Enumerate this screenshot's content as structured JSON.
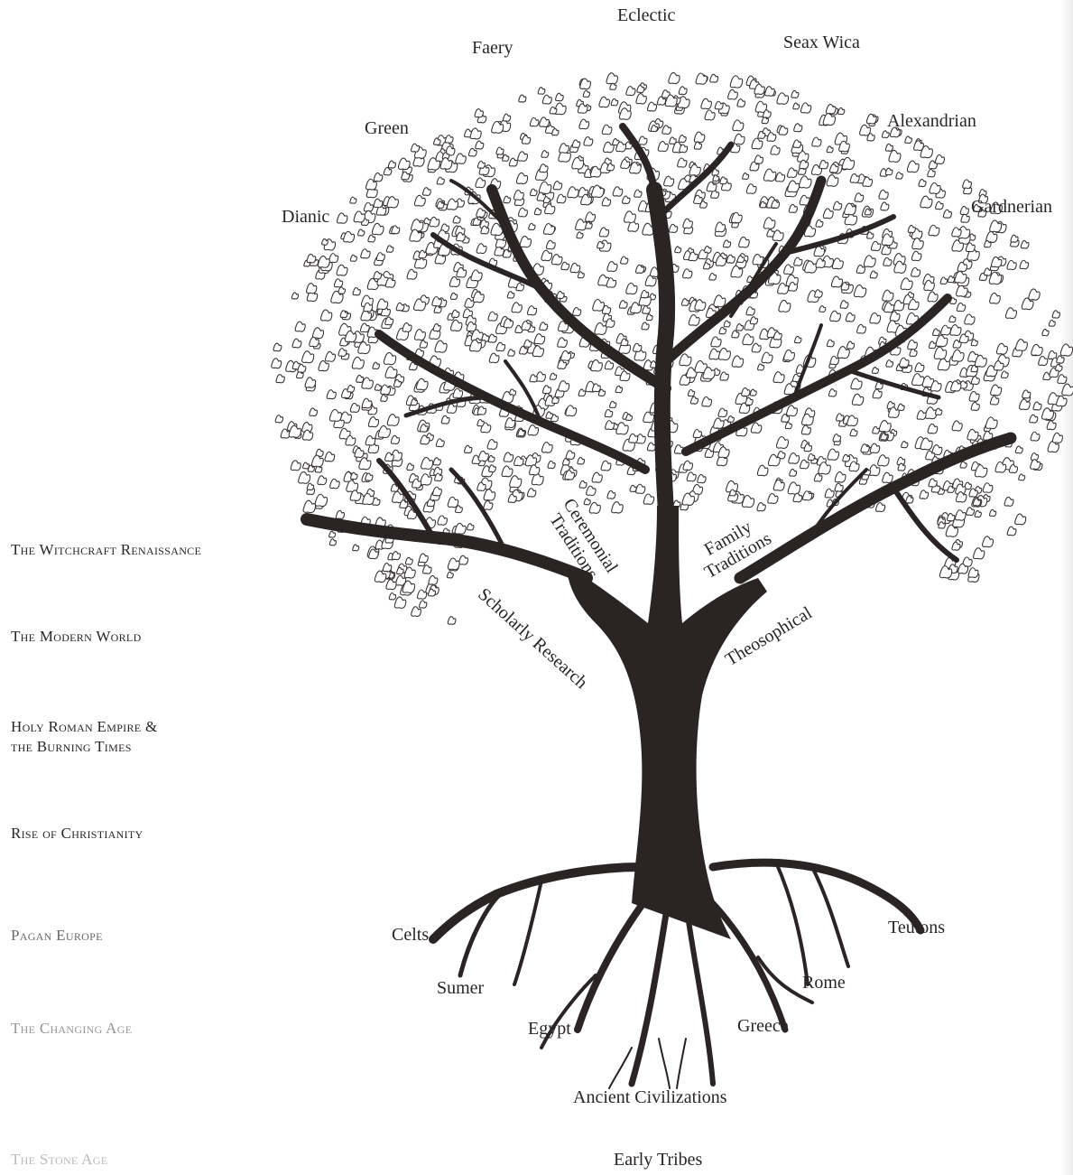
{
  "traditions": {
    "eclectic": "Eclectic",
    "faery": "Faery",
    "seax_wica": "Seax Wica",
    "green": "Green",
    "alexandrian": "Alexandrian",
    "dianic": "Dianic",
    "gardnerian": "Gardnerian"
  },
  "branches": {
    "ceremonial_line1": "Ceremonial",
    "ceremonial_line2": "Traditions",
    "family_line1": "Family",
    "family_line2": "Traditions",
    "scholarly": "Scholarly Research",
    "theosophical": "Theosophical"
  },
  "roots": {
    "celts": "Celts",
    "teutons": "Teutons",
    "sumer": "Sumer",
    "rome": "Rome",
    "egypt": "Egypt",
    "greece": "Greece",
    "ancient": "Ancient Civilizations",
    "early_tribes": "Early Tribes"
  },
  "eras": {
    "witchcraft_renaissance": "The Witchcraft Renaissance",
    "modern_world": "The Modern World",
    "holy_roman_line1": "Holy Roman Empire &",
    "holy_roman_line2": "the Burning Times",
    "rise_christianity": "Rise of Christianity",
    "pagan_europe": "Pagan Europe",
    "changing_age": "The Changing Age",
    "stone_age": "The Stone Age"
  },
  "colors": {
    "ink": "#2b2424",
    "leaf_outline": "#3a3434",
    "background": "#ffffff"
  }
}
